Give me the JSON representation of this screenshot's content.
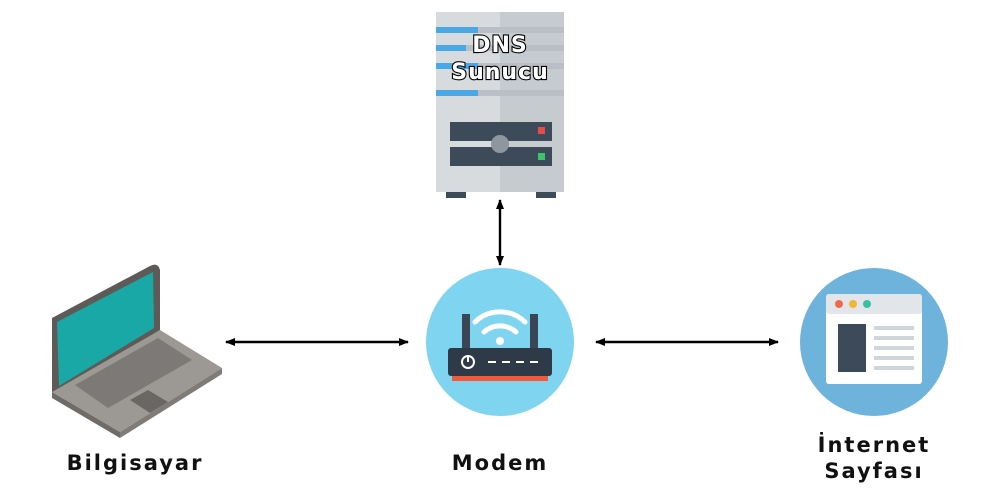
{
  "nodes": {
    "dns": {
      "line1": "DNS",
      "line2": "Sunucu"
    },
    "computer": {
      "label": "Bilgisayar"
    },
    "modem": {
      "label": "Modem"
    },
    "webpage": {
      "line1": "İnternet",
      "line2": "Sayfası"
    }
  },
  "colors": {
    "server_body": "#d7dbde",
    "server_stripe": "#4aa8e6",
    "server_panel": "#3d4a5a",
    "laptop_body": "#9c9894",
    "laptop_screen": "#1aa8a6",
    "modem_circle": "#7fd4f0",
    "webpage_circle": "#6eb3dc",
    "arrow": "#000000"
  },
  "icons": [
    "server-icon",
    "laptop-icon",
    "router-icon",
    "webpage-icon"
  ]
}
